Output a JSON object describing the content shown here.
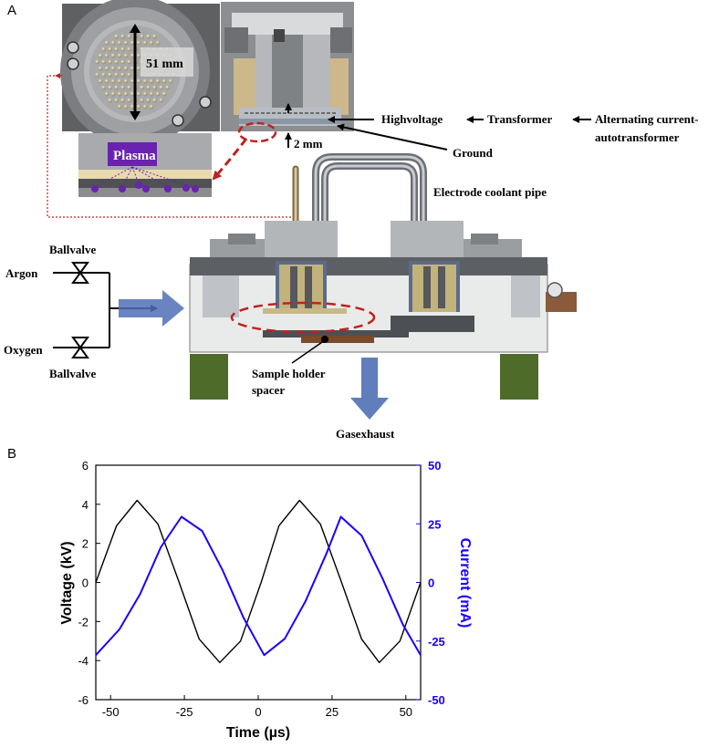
{
  "panel_a": {
    "label": "A",
    "dimension_51": "51 mm",
    "plasma": "Plasma",
    "dimension_2": "2 mm",
    "high_voltage": "Highvoltage",
    "transformer": "Transformer",
    "autotransformer_line1": "Alternating current-",
    "autotransformer_line2": "autotransformer",
    "ground": "Ground",
    "coolant": "Electrode coolant pipe",
    "argon": "Argon",
    "oxygen": "Oxygen",
    "ballvalve_top": "Ballvalve",
    "ballvalve_bottom": "Ballvalve",
    "sample_line1": "Sample holder",
    "sample_line2": "spacer",
    "exhaust": "Gasexhaust"
  },
  "panel_b": {
    "label": "B"
  },
  "colors": {
    "voltage": "#000000",
    "current": "#1a00ff",
    "arrow_blue": "#4f6fb5",
    "red": "#c0211f",
    "plasma_purple": "#6a22b0"
  },
  "chart_data": {
    "type": "line",
    "xlabel": "Time (µs)",
    "ylabel": "Voltage (kV)",
    "y2label": "Current (mA)",
    "xlim": [
      -55,
      55
    ],
    "ylim": [
      -6,
      6
    ],
    "y2lim": [
      -50,
      50
    ],
    "xticks": [
      "-50",
      "-25",
      "0",
      "25",
      "50"
    ],
    "yticks": [
      "6",
      "4",
      "2",
      "0",
      "-2",
      "-4",
      "-6"
    ],
    "y2ticks": [
      "50",
      "25",
      "0",
      "-25",
      "-50"
    ],
    "series": [
      {
        "axis": "left",
        "color": "#000000",
        "x": [
          -55,
          -48,
          -41,
          -34,
          -27,
          -20,
          -13,
          -6,
          1,
          7,
          14,
          21,
          28,
          35,
          41,
          48,
          55
        ],
        "y": [
          0,
          2.9,
          4.2,
          3.0,
          0.1,
          -2.9,
          -4.1,
          -3.0,
          0,
          2.9,
          4.2,
          3.0,
          0.1,
          -2.9,
          -4.1,
          -3.0,
          0
        ]
      },
      {
        "axis": "right",
        "color": "#1a00ff",
        "x": [
          -55,
          -47,
          -40,
          -33,
          -26,
          -19,
          -12,
          -5,
          2,
          9,
          16,
          23,
          28,
          35,
          42,
          49,
          55
        ],
        "y": [
          -31,
          -20,
          -5,
          15,
          28,
          22,
          5,
          -15,
          -31,
          -24,
          -8,
          12,
          28,
          20,
          2,
          -18,
          -31
        ]
      }
    ]
  }
}
